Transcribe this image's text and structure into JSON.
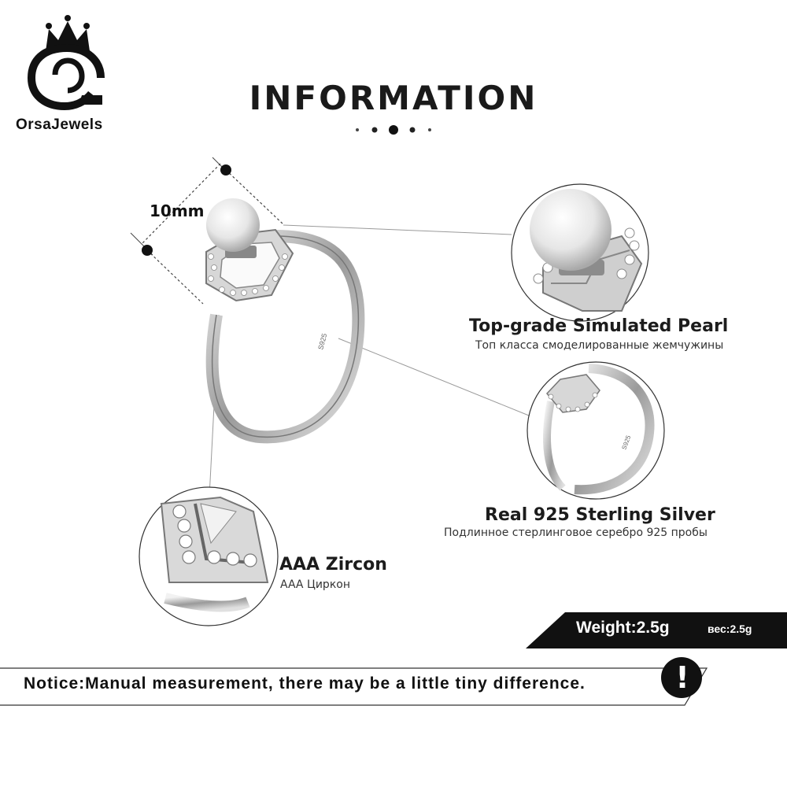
{
  "brand": {
    "name": "OrsaJewels"
  },
  "header": {
    "title": "INFORMATION"
  },
  "measurement": {
    "size": "10mm"
  },
  "features": {
    "pearl": {
      "title": "Top-grade  Simulated  Pearl",
      "subtitle": "Топ класса смоделированные жемчужины"
    },
    "silver": {
      "title": "Real 925  Sterling  Silver",
      "subtitle": "Подлинное стерлинговое серебро 925 пробы"
    },
    "zircon": {
      "title": "AAA  Zircon",
      "subtitle": "AAA Циркон"
    }
  },
  "weight": {
    "label": "Weight:2.5g",
    "label_ru": "вес:2.5g"
  },
  "notice": {
    "text": "Notice:Manual measurement, there may be a little tiny difference."
  },
  "colors": {
    "accent": "#111111",
    "silver": "#c8c8c8",
    "pearl": "#e9e9e9"
  },
  "icons": [
    "crown-icon",
    "warning-icon"
  ]
}
